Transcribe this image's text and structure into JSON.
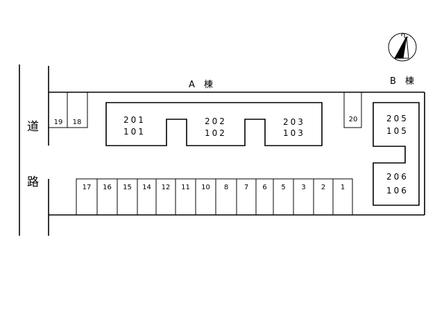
{
  "road": {
    "char_top": "道",
    "char_bottom": "路"
  },
  "buildings": {
    "a": {
      "label": "A　棟"
    },
    "b": {
      "label": "B　棟"
    }
  },
  "units": {
    "a1": {
      "upper": "201",
      "lower": "101"
    },
    "a2": {
      "upper": "202",
      "lower": "102"
    },
    "a3": {
      "upper": "203",
      "lower": "103"
    },
    "b1": {
      "upper": "205",
      "lower": "105"
    },
    "b2": {
      "upper": "206",
      "lower": "106"
    }
  },
  "parking": {
    "top_row": [
      "19",
      "18"
    ],
    "single": "20",
    "bottom_row": [
      "17",
      "16",
      "15",
      "14",
      "12",
      "11",
      "10",
      "8",
      "7",
      "6",
      "5",
      "3",
      "2",
      "1"
    ]
  },
  "compass": {
    "icon": "north-arrow-icon"
  }
}
